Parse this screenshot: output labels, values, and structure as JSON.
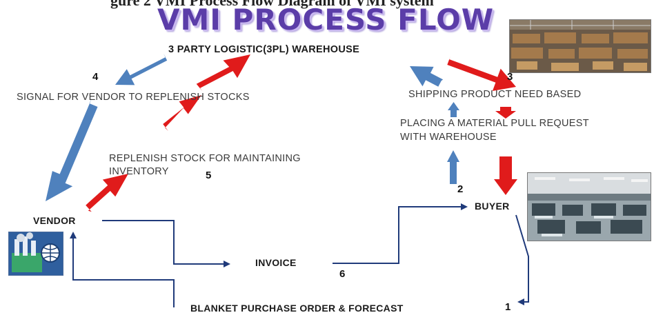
{
  "caption_fragment": "gure 2 VMI Process Flow Diagram of VMI system",
  "title": "VMI PROCESS FLOW",
  "nodes": {
    "warehouse": "3 PARTY LOGISTIC(3PL) WAREHOUSE",
    "signal": "SIGNAL FOR VENDOR TO REPLENISH STOCKS",
    "shipping": "SHIPPING PRODUCT NEED BASED",
    "pull_request_line1": "PLACING A MATERIAL PULL REQUEST",
    "pull_request_line2": "WITH WAREHOUSE",
    "replenish_line1": "REPLENISH STOCK  FOR MAINTAINING",
    "replenish_line2": "INVENTORY",
    "vendor": "VENDOR",
    "buyer": "BUYER",
    "invoice": "INVOICE",
    "blanket": "BLANKET PURCHASE ORDER & FORECAST"
  },
  "step_numbers": {
    "one": "1",
    "two": "2",
    "three": "3",
    "four": "4",
    "five": "5",
    "six": "6"
  },
  "images": [
    "warehouse-photo",
    "office-photo",
    "factory-globe-icon"
  ],
  "colors": {
    "title": "#5b3da8",
    "red_arrow": "#e01b1b",
    "blue_arrow": "#4f81bd",
    "line": "#1f3a7a"
  }
}
